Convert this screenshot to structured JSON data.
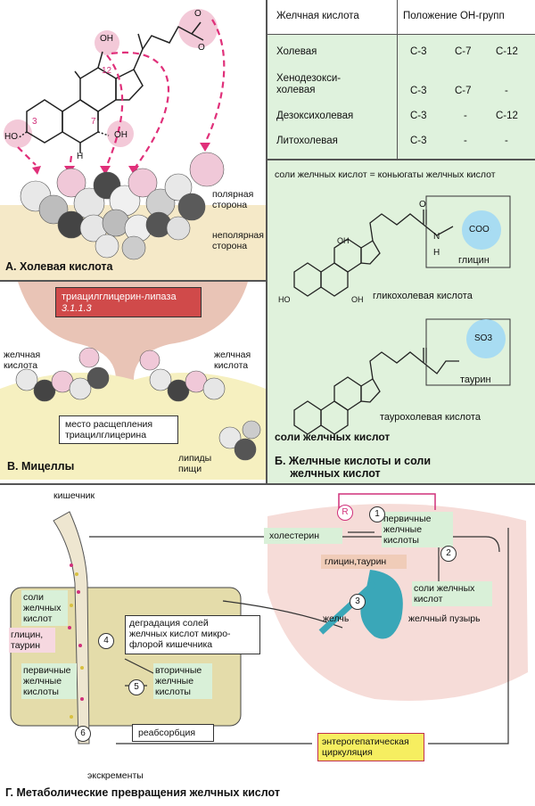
{
  "panelA": {
    "caption": "А. Холевая кислота",
    "polar_label": "полярная\nсторона",
    "nonpolar_label": "неполярная\nсторона",
    "atoms": [
      "OH",
      "HO",
      "OH",
      "H",
      "O",
      "O"
    ],
    "ring_numbers": [
      "3",
      "7",
      "12"
    ]
  },
  "table": {
    "col1_header": "Желчная кислота",
    "col2_header": "Положение ОН-групп",
    "rows": [
      {
        "name": "Холевая",
        "c3": "C-3",
        "c7": "C-7",
        "c12": "C-12"
      },
      {
        "name": "Хенодезокси-\nхолевая",
        "c3": "C-3",
        "c7": "C-7",
        "c12": "-"
      },
      {
        "name": "Дезоксихолевая",
        "c3": "C-3",
        "c7": "-",
        "c12": "C-12"
      },
      {
        "name": "Литохолевая",
        "c3": "C-3",
        "c7": "-",
        "c12": "-"
      }
    ]
  },
  "panelB": {
    "top_label": "соли желчных кислот = коньюгаты желчных кислот",
    "glycine_group": "COO",
    "glycine": "глицин",
    "glycocholic": "гликохолевая кислота",
    "taurine_group": "SO3",
    "taurine": "таурин",
    "taurocholic": "таурохолевая кислота",
    "salts_label": "соли желчных кислот",
    "caption": "Б. Желчные кислоты и соли\n     желчных кислот",
    "atoms": [
      "O",
      "N",
      "H",
      "HO",
      "OH",
      "OH"
    ]
  },
  "panelV": {
    "enzyme_name": "триацилглицерин-липаза",
    "enzyme_ec": "3.1.1.3",
    "left_label": "желчная\nкислота",
    "right_label": "желчная\nкислота",
    "cleavage": "место расщепления\nтриацилглицерина",
    "lipids": "липиды\nпищи",
    "caption": "В. Мицеллы"
  },
  "panelG": {
    "intestine": "кишечник",
    "salts_in": "соли\nжелчных\nкислот",
    "gly_tau": "глицин,\nтаурин",
    "degradation": "деградация солей\nжелчных кислот микро-\nфлорой кишечника",
    "primary_in": "первичные\nжелчные\nкислоты",
    "secondary": "вторичные\nжелчные\nкислоты",
    "reabsorption": "реабсорбция",
    "excrements": "экскременты",
    "cholesterol": "холестерин",
    "primary_liver": "первичные\nжелчные\nкислоты",
    "gly_tau_liver": "глицин,таурин",
    "salts_liver": "соли желчных\nкислот",
    "bile": "желчь",
    "gallbladder": "желчный пузырь",
    "enterohepatic": "энтерогепатическая\nциркуляция",
    "regulator": "R",
    "steps": [
      "1",
      "2",
      "3",
      "4",
      "5",
      "6"
    ],
    "caption": "Г. Метаболические превращения желчных кислот"
  }
}
